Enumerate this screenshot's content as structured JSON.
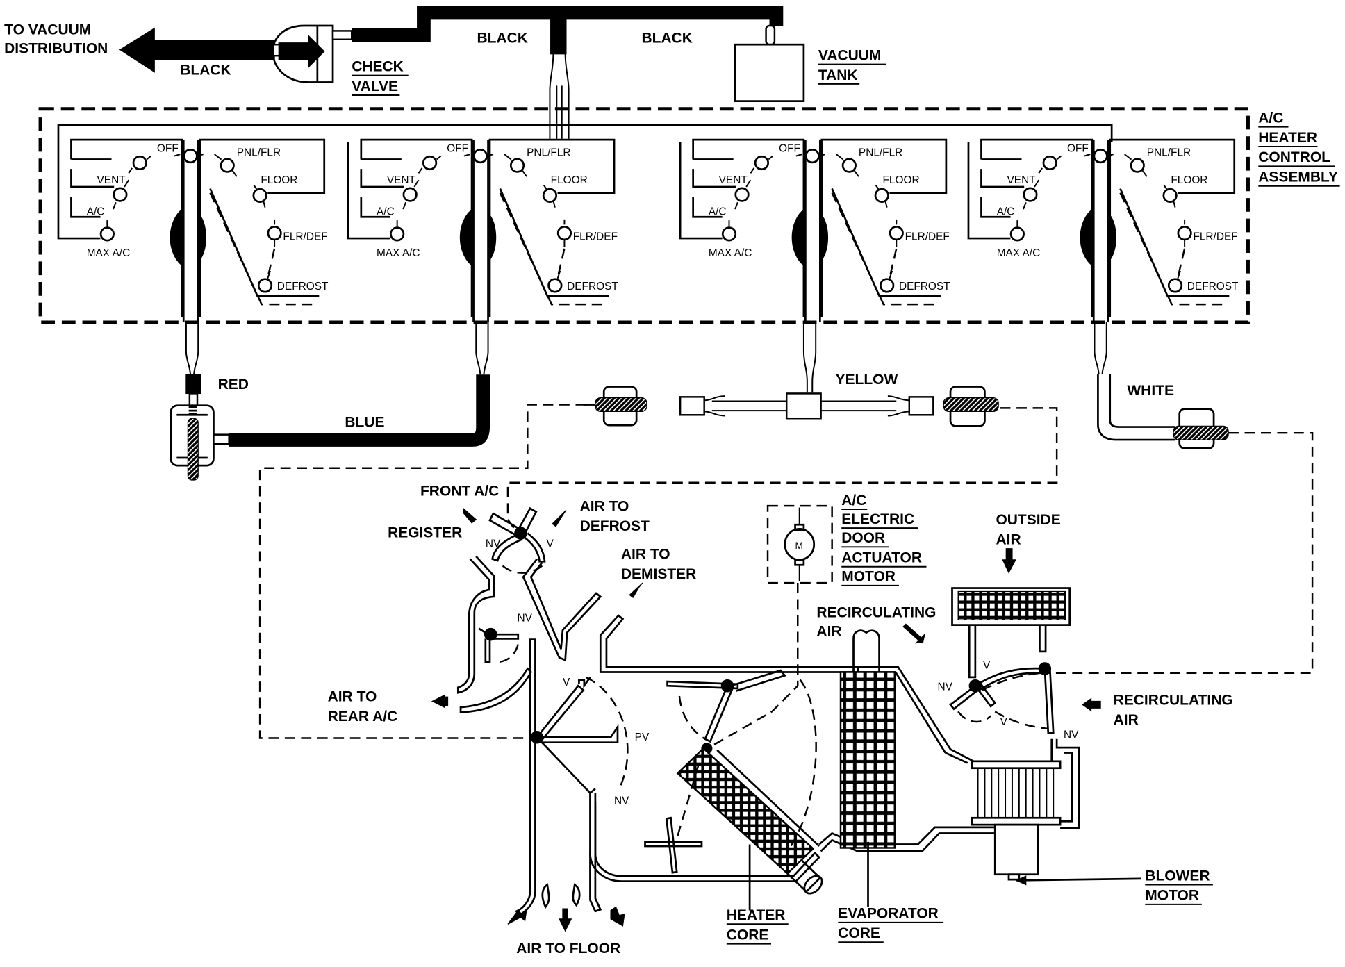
{
  "title": "A/C Heater Vacuum Control Diagram",
  "top": {
    "to_vacuum": [
      "TO VACUUM",
      "DISTRIBUTION"
    ],
    "hose_black_left": "BLACK",
    "hose_black_mid": "BLACK",
    "hose_black_right": "BLACK",
    "check_valve": [
      "CHECK",
      "VALVE"
    ],
    "vacuum_tank": [
      "VACUUM",
      "TANK"
    ]
  },
  "control_assembly": {
    "label": [
      "A/C",
      "HEATER",
      "CONTROL",
      "ASSEMBLY"
    ],
    "modules": [
      {
        "left": [
          "OFF",
          "VENT",
          "A/C",
          "MAX A/C"
        ],
        "right": [
          "PNL/FLR",
          "FLOOR",
          "FLR/DEF",
          "DEFROST"
        ]
      },
      {
        "left": [
          "OFF",
          "VENT",
          "A/C",
          "MAX A/C"
        ],
        "right": [
          "PNL/FLR",
          "FLOOR",
          "FLR/DEF",
          "DEFROST"
        ]
      },
      {
        "left": [
          "OFF",
          "VENT",
          "A/C",
          "MAX A/C"
        ],
        "right": [
          "PNL/FLR",
          "FLOOR",
          "FLR/DEF",
          "DEFROST"
        ]
      },
      {
        "left": [
          "OFF",
          "VENT",
          "A/C",
          "MAX A/C"
        ],
        "right": [
          "PNL/FLR",
          "FLOOR",
          "FLR/DEF",
          "DEFROST"
        ]
      }
    ]
  },
  "hoses": {
    "red": "RED",
    "blue": "BLUE",
    "yellow": "YELLOW",
    "white": "WHITE"
  },
  "ducts": {
    "front_ac": "FRONT A/C",
    "register": "REGISTER",
    "air_to_defrost": [
      "AIR TO",
      "DEFROST"
    ],
    "air_to_demister": [
      "AIR TO",
      "DEMISTER"
    ],
    "air_to_rear_ac": [
      "AIR TO",
      "REAR A/C"
    ],
    "air_to_floor": "AIR TO FLOOR",
    "door_labels": {
      "nv": "NV",
      "v": "V",
      "pv": "PV"
    }
  },
  "components": {
    "actuator_motor": [
      "A/C",
      "ELECTRIC",
      "DOOR",
      "ACTUATOR",
      "MOTOR"
    ],
    "motor_symbol": "M",
    "outside_air": [
      "OUTSIDE",
      "AIR"
    ],
    "recirc_air_top": [
      "RECIRCULATING",
      "AIR"
    ],
    "recirc_air_right": [
      "RECIRCULATING",
      "AIR"
    ],
    "heater_core": [
      "HEATER",
      "CORE"
    ],
    "evaporator_core": [
      "EVAPORATOR",
      "CORE"
    ],
    "blower_motor": [
      "BLOWER",
      "MOTOR"
    ]
  }
}
